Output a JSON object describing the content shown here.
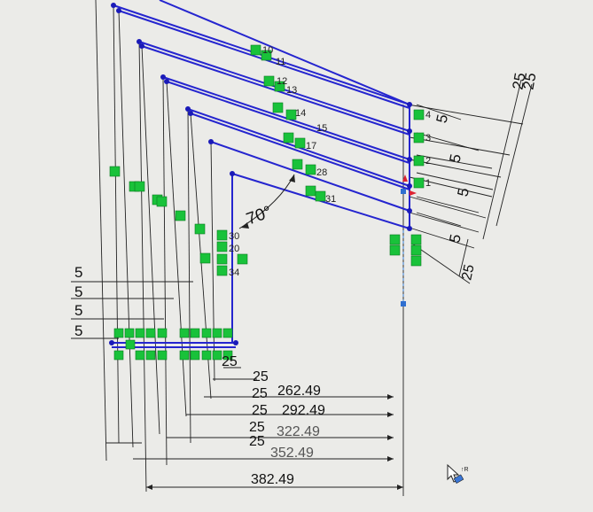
{
  "angle": "70°",
  "top_right_dims": [
    "25",
    "25"
  ],
  "diag_dims": [
    "5",
    "5",
    "5",
    "5"
  ],
  "right_dim_25": "25",
  "left_dims": [
    "5",
    "5",
    "5",
    "5"
  ],
  "bottom_dims": {
    "small_25": [
      "25",
      "25",
      "25",
      "25",
      "25",
      "25"
    ],
    "lengths": [
      "262.49",
      "292.49",
      "322.49",
      "352.49",
      "382.49"
    ]
  },
  "relation_numbers": {
    "r10": "10",
    "r11": "11",
    "r12": "12",
    "r13": "13",
    "r14": "14",
    "r15": "15",
    "r17": "17",
    "r20": "20",
    "r30": "30",
    "r31": "31",
    "r34": "34",
    "r28": "28",
    "n4": "4",
    "n3": "3",
    "n2": "2",
    "n1": "1"
  },
  "cursor": "pointer-icon",
  "colors": {
    "sketch_line": "#2222cc",
    "dimension_line": "#222222",
    "relation": "#19c23a",
    "endpoint": "#1a1ab8"
  }
}
